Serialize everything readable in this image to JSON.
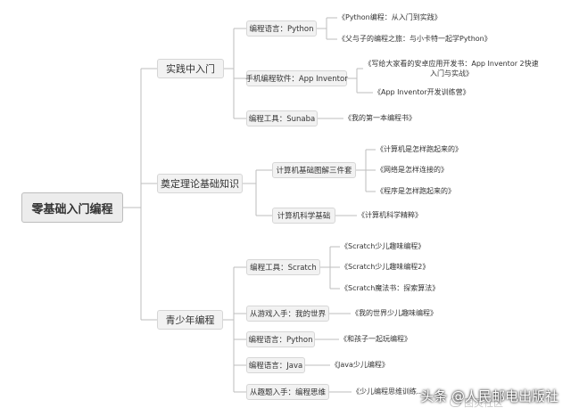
{
  "mindmap": {
    "root": "零基础入门编程",
    "branches": [
      {
        "label": "实践中入门",
        "children": [
          {
            "label": "编程语言：Python",
            "leaves": [
              "《Python编程：从入门到实践》",
              "《父与子的编程之旅：与小卡特一起学Python》"
            ]
          },
          {
            "label": "手机编程软件：App Inventor",
            "leaves": [
              "《写给大家看的安卓应用开发书：App Inventor 2快速入门与实战》",
              "《App Inventor开发训练营》"
            ]
          },
          {
            "label": "编程工具：Sunaba",
            "leaves": [
              "《我的第一本编程书》"
            ]
          }
        ]
      },
      {
        "label": "奠定理论基础知识",
        "children": [
          {
            "label": "计算机基础图解三件套",
            "leaves": [
              "《计算机是怎样跑起来的》",
              "《网络是怎样连接的》",
              "《程序是怎样跑起来的》"
            ]
          },
          {
            "label": "计算机科学基础",
            "leaves": [
              "《计算机科学精粹》"
            ]
          }
        ]
      },
      {
        "label": "青少年编程",
        "children": [
          {
            "label": "编程工具：Scratch",
            "leaves": [
              "《Scratch少儿趣味编程》",
              "《Scratch少儿趣味编程2》",
              "《Scratch魔法书：探索算法》"
            ]
          },
          {
            "label": "从游戏入手：我的世界",
            "leaves": [
              "《我的世界少儿趣味编程》"
            ]
          },
          {
            "label": "编程语言：Python",
            "leaves": [
              "《和孩子一起玩编程》"
            ]
          },
          {
            "label": "编程语言：Java",
            "leaves": [
              "《Java少儿编程》"
            ]
          },
          {
            "label": "从趣题入手：编程思维",
            "leaves": [
              "《少儿编程思维训练..."
            ]
          }
        ]
      }
    ]
  },
  "watermarks": {
    "toutiao": "头条 @人民邮电出版社",
    "community": "图灵社区"
  },
  "colors": {
    "node_fill": "#f2f2f2",
    "node_border": "#d6d6d6",
    "line": "#bdbdbd",
    "text": "#333333"
  }
}
